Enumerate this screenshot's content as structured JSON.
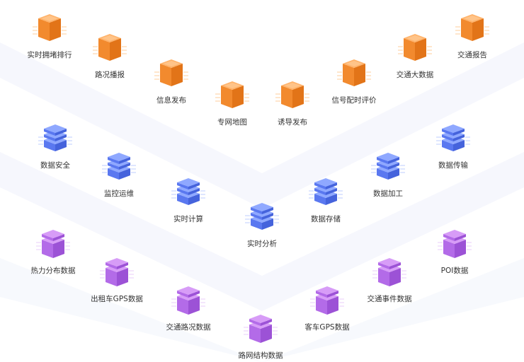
{
  "colors": {
    "orange": {
      "top": "#ffb36b",
      "left": "#f28a2e",
      "right": "#e27418",
      "edge": "#ffd2a3"
    },
    "blue": {
      "top": "#8fa8ff",
      "left": "#5a78f0",
      "right": "#4563dc",
      "edge": "#c3d0ff"
    },
    "purple": {
      "top": "#d79cf7",
      "left": "#b36be8",
      "right": "#9c52d6",
      "edge": "#ead0fb"
    },
    "band": "#eef1fb",
    "label": "#333333"
  },
  "layers": [
    {
      "id": "application",
      "style": "orange",
      "items": [
        {
          "label": "实时拥堵排行",
          "icon": "orange-cube-icon"
        },
        {
          "label": "路况播报",
          "icon": "orange-cube-icon"
        },
        {
          "label": "信息发布",
          "icon": "orange-cube-icon"
        },
        {
          "label": "专网地图",
          "icon": "orange-cube-icon"
        },
        {
          "label": "诱导发布",
          "icon": "orange-cube-icon"
        },
        {
          "label": "信号配时评价",
          "icon": "orange-cube-icon"
        },
        {
          "label": "交通大数据",
          "icon": "orange-cube-icon"
        },
        {
          "label": "交通报告",
          "icon": "orange-cube-icon"
        }
      ]
    },
    {
      "id": "processing",
      "style": "blue",
      "items": [
        {
          "label": "数据安全",
          "icon": "blue-layers-icon"
        },
        {
          "label": "监控运维",
          "icon": "blue-layers-icon"
        },
        {
          "label": "实时计算",
          "icon": "blue-layers-icon"
        },
        {
          "label": "实时分析",
          "icon": "blue-layers-icon"
        },
        {
          "label": "数据存储",
          "icon": "blue-layers-icon"
        },
        {
          "label": "数据加工",
          "icon": "blue-layers-icon"
        },
        {
          "label": "数据传输",
          "icon": "blue-layers-icon"
        }
      ]
    },
    {
      "id": "source",
      "style": "purple",
      "items": [
        {
          "label": "热力分布数据",
          "icon": "purple-stack-icon"
        },
        {
          "label": "出租车GPS数据",
          "icon": "purple-stack-icon"
        },
        {
          "label": "交通路况数据",
          "icon": "purple-stack-icon"
        },
        {
          "label": "路网结构数据",
          "icon": "purple-stack-icon"
        },
        {
          "label": "客车GPS数据",
          "icon": "purple-stack-icon"
        },
        {
          "label": "交通事件数据",
          "icon": "purple-stack-icon"
        },
        {
          "label": "POI数据",
          "icon": "purple-stack-icon"
        }
      ]
    }
  ]
}
